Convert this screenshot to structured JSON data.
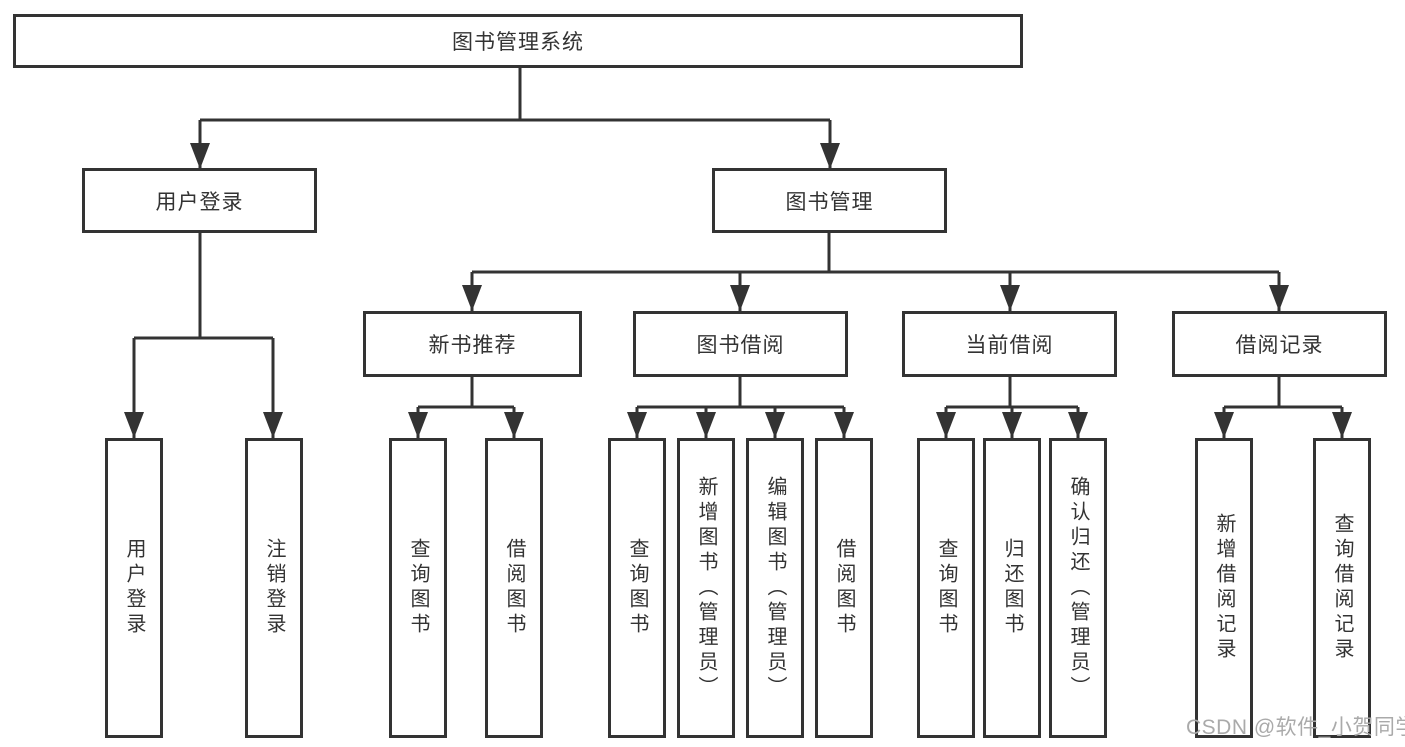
{
  "colors": {
    "line": "#333333",
    "box_border": "#333333",
    "box_background": "#ffffff",
    "text": "#333333",
    "watermark": "#aaaaaa",
    "page_background": "#ffffff"
  },
  "diagram": {
    "root": {
      "label": "图书管理系统"
    },
    "level1": [
      {
        "label": "用户登录"
      },
      {
        "label": "图书管理"
      }
    ],
    "level2": [
      {
        "label": "新书推荐"
      },
      {
        "label": "图书借阅"
      },
      {
        "label": "当前借阅"
      },
      {
        "label": "借阅记录"
      }
    ],
    "leaves": {
      "user_login": [
        {
          "label": "用户登录"
        },
        {
          "label": "注销登录"
        }
      ],
      "new_book": [
        {
          "label": "查询图书"
        },
        {
          "label": "借阅图书"
        }
      ],
      "book_borrow": [
        {
          "label": "查询图书"
        },
        {
          "label": "新增图书（管理员）"
        },
        {
          "label": "编辑图书（管理员）"
        },
        {
          "label": "借阅图书"
        }
      ],
      "current_borrow": [
        {
          "label": "查询图书"
        },
        {
          "label": "归还图书"
        },
        {
          "label": "确认归还（管理员）"
        }
      ],
      "borrow_record": [
        {
          "label": "新增借阅记录"
        },
        {
          "label": "查询借阅记录"
        }
      ]
    }
  },
  "watermark": {
    "text": "CSDN @软件_小贺同学"
  }
}
